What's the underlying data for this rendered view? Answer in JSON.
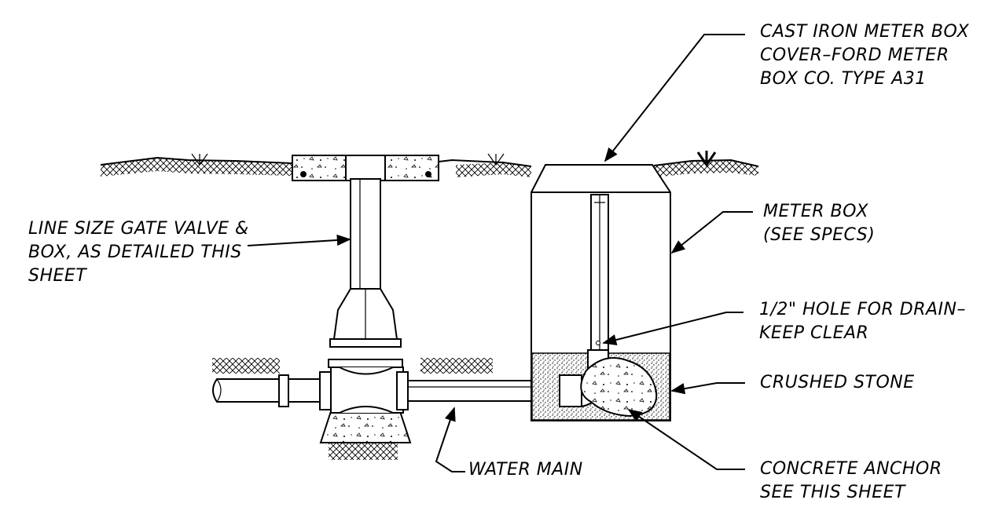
{
  "labels": {
    "cover": [
      "CAST IRON METER BOX",
      "COVER–FORD METER",
      "BOX CO. TYPE A31"
    ],
    "gate_valve": [
      "LINE SIZE GATE VALVE &",
      "BOX, AS DETAILED THIS",
      "SHEET"
    ],
    "meter_box": [
      "METER BOX",
      "(SEE SPECS)"
    ],
    "hole": [
      "1/2\" HOLE FOR DRAIN–",
      "KEEP CLEAR"
    ],
    "stone": [
      "CRUSHED STONE"
    ],
    "water_main": [
      "WATER MAIN"
    ],
    "anchor": [
      "CONCRETE ANCHOR",
      "SEE THIS SHEET"
    ]
  }
}
